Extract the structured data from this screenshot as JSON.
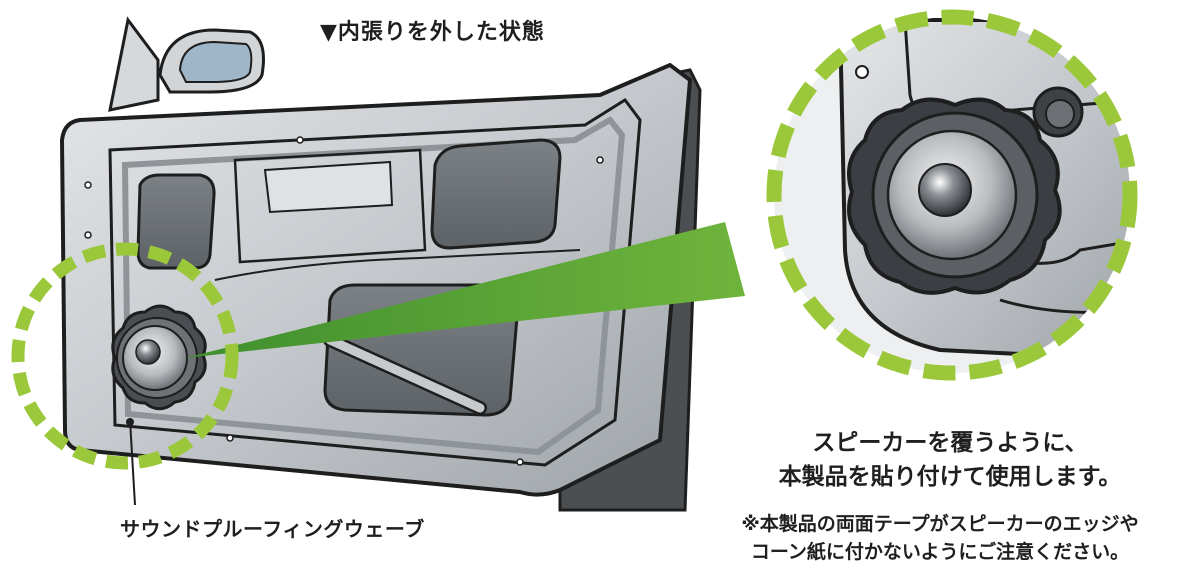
{
  "title": "▼内張りを外した状態",
  "product_label": "サウンドプルーフィングウェーブ",
  "instruction": {
    "line1": "スピーカーを覆うように、",
    "line2": "本製品を貼り付けて使用します。"
  },
  "caution": {
    "line1": "※本製品の両面テープがスピーカーのエッジや",
    "line2": "コーン紙に付かないようにご注意ください。"
  },
  "colors": {
    "accent_green": "#9bc83a",
    "beam_green": "#5fa83a",
    "door_panel": "#c9ccd0",
    "outline": "#1e1e1e",
    "window_dark": "#6a6f73"
  }
}
